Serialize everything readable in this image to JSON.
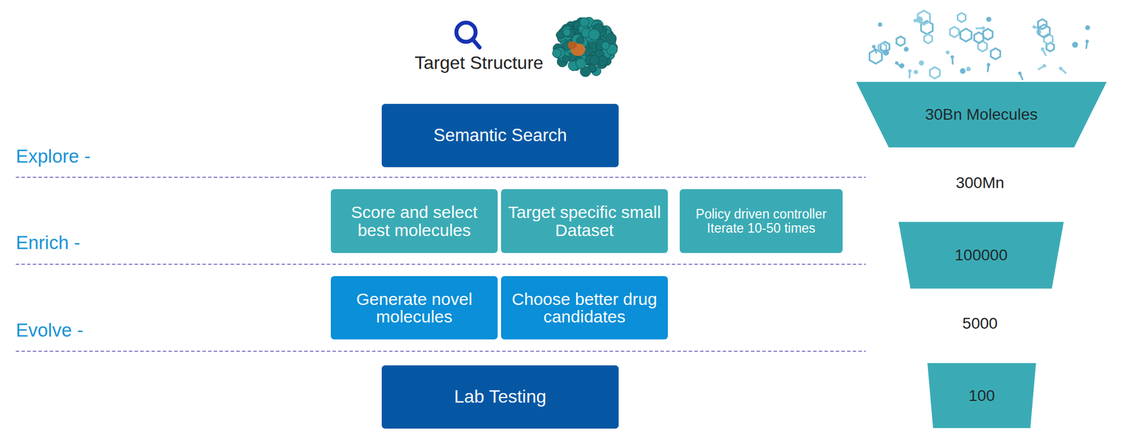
{
  "diagram": {
    "nodes": [
      {
        "text": [
          "Semantic Search"
        ]
      },
      {
        "text": [
          "30Bn Molecules"
        ]
      },
      {
        "text": [
          "Score and select best molecules"
        ]
      },
      {
        "text": [
          "Target specific small Dataset"
        ]
      },
      {
        "text": [
          "Policy driven controller",
          "Iterate 10-50 times"
        ]
      },
      {
        "text": [
          "100000"
        ]
      },
      {
        "text": [
          "Generate novel molecules"
        ]
      },
      {
        "text": [
          "Choose better drug candidates"
        ]
      },
      {
        "text": [
          "Lab Testing"
        ]
      },
      {
        "text": [
          "100"
        ]
      }
    ],
    "labels": [
      "Target Structure",
      "Explore -",
      "300Mn",
      "Enrich -",
      "Evolve -",
      "5000"
    ]
  }
}
